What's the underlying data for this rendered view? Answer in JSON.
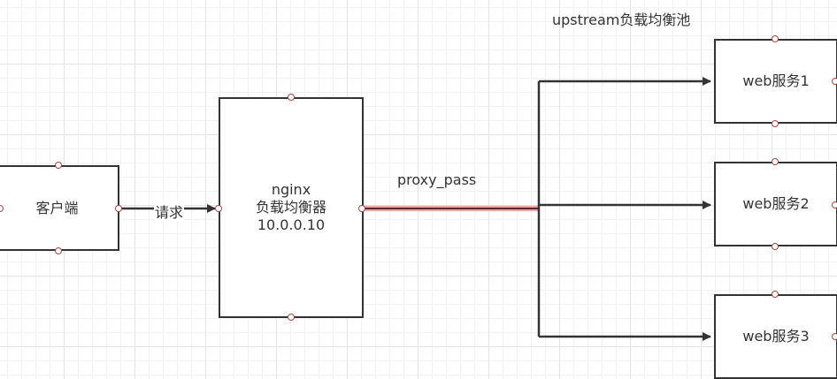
{
  "pool_title": "upstream负载均衡池",
  "client": {
    "label": "客户端"
  },
  "request_label": "请求",
  "nginx": {
    "lines": [
      "nginx",
      "负载均衡器",
      "10.0.0.10"
    ]
  },
  "proxy_label": "proxy_pass",
  "servers": [
    {
      "label": "web服务1"
    },
    {
      "label": "web服务2"
    },
    {
      "label": "web服务3"
    }
  ],
  "colors": {
    "stroke": "#333333",
    "port": "#b8403d",
    "highlight": "#e8a8a8"
  }
}
